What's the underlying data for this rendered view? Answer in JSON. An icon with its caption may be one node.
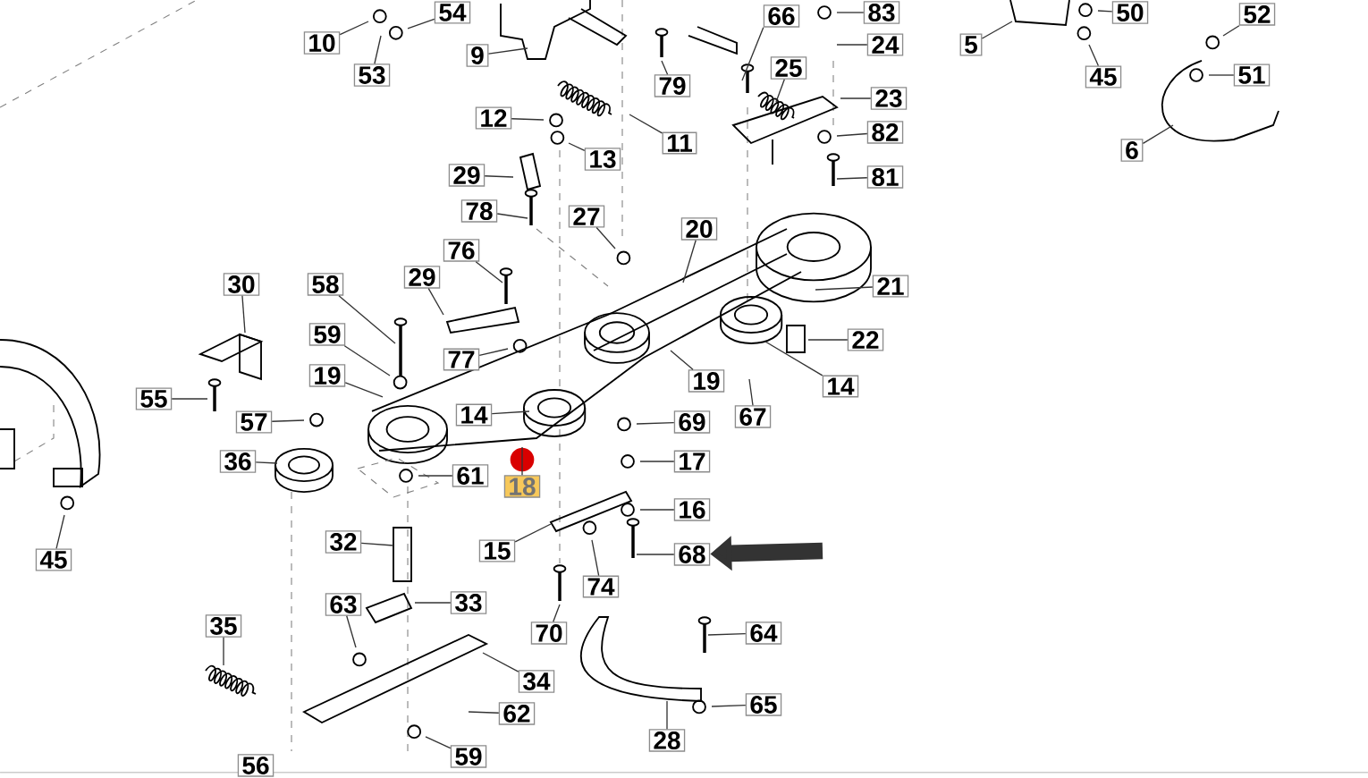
{
  "diagram": {
    "nodes": [
      {
        "text": [
          "10"
        ]
      },
      {
        "text": [
          "54"
        ]
      },
      {
        "text": [
          "53"
        ]
      },
      {
        "text": [
          "9"
        ]
      },
      {
        "text": [
          "79"
        ]
      },
      {
        "text": [
          "66"
        ]
      },
      {
        "text": [
          "25"
        ]
      },
      {
        "text": [
          "83"
        ]
      },
      {
        "text": [
          "24"
        ]
      },
      {
        "text": [
          "23"
        ]
      },
      {
        "text": [
          "82"
        ]
      },
      {
        "text": [
          "81"
        ]
      },
      {
        "text": [
          "5"
        ]
      },
      {
        "text": [
          "50"
        ]
      },
      {
        "text": [
          "45"
        ]
      },
      {
        "text": [
          "52"
        ]
      },
      {
        "text": [
          "51"
        ]
      },
      {
        "text": [
          "6"
        ]
      },
      {
        "text": [
          "12"
        ]
      },
      {
        "text": [
          "11"
        ]
      },
      {
        "text": [
          "13"
        ]
      },
      {
        "text": [
          "29"
        ]
      },
      {
        "text": [
          "78"
        ]
      },
      {
        "text": [
          "27"
        ]
      },
      {
        "text": [
          "20"
        ]
      },
      {
        "text": [
          "21"
        ]
      },
      {
        "text": [
          "76"
        ]
      },
      {
        "text": [
          "29"
        ]
      },
      {
        "text": [
          "58"
        ]
      },
      {
        "text": [
          "30"
        ]
      },
      {
        "text": [
          "59"
        ]
      },
      {
        "text": [
          "77"
        ]
      },
      {
        "text": [
          "22"
        ]
      },
      {
        "text": [
          "19"
        ]
      },
      {
        "text": [
          "19"
        ]
      },
      {
        "text": [
          "14"
        ]
      },
      {
        "text": [
          "67"
        ]
      },
      {
        "text": [
          "55"
        ]
      },
      {
        "text": [
          "57"
        ]
      },
      {
        "text": [
          "36"
        ]
      },
      {
        "text": [
          "14"
        ]
      },
      {
        "text": [
          "61"
        ]
      },
      {
        "text": [
          "18"
        ]
      },
      {
        "text": [
          "69"
        ]
      },
      {
        "text": [
          "17"
        ]
      },
      {
        "text": [
          "45"
        ]
      },
      {
        "text": [
          "32"
        ]
      },
      {
        "text": [
          "15"
        ]
      },
      {
        "text": [
          "16"
        ]
      },
      {
        "text": [
          "68"
        ]
      },
      {
        "text": [
          "74"
        ]
      },
      {
        "text": [
          "33"
        ]
      },
      {
        "text": [
          "63"
        ]
      },
      {
        "text": [
          "70"
        ]
      },
      {
        "text": [
          "35"
        ]
      },
      {
        "text": [
          "34"
        ]
      },
      {
        "text": [
          "64"
        ]
      },
      {
        "text": [
          "62"
        ]
      },
      {
        "text": [
          "65"
        ]
      },
      {
        "text": [
          "28"
        ]
      },
      {
        "text": [
          "56"
        ]
      },
      {
        "text": [
          "59"
        ]
      }
    ],
    "edges": [
      {
        "from": 0,
        "to": null,
        "arrow": "none"
      },
      {
        "from": 1,
        "to": null,
        "arrow": "none"
      },
      {
        "from": 2,
        "to": null,
        "arrow": "none"
      },
      {
        "from": 3,
        "to": null,
        "arrow": "none"
      },
      {
        "from": 4,
        "to": null,
        "arrow": "none"
      },
      {
        "from": 5,
        "to": null,
        "arrow": "none"
      },
      {
        "from": 6,
        "to": null,
        "arrow": "none"
      },
      {
        "from": 7,
        "to": null,
        "arrow": "none"
      },
      {
        "from": 8,
        "to": null,
        "arrow": "none"
      },
      {
        "from": 9,
        "to": null,
        "arrow": "none"
      },
      {
        "from": 10,
        "to": null,
        "arrow": "none"
      },
      {
        "from": 11,
        "to": null,
        "arrow": "none"
      },
      {
        "from": 12,
        "to": null,
        "arrow": "none"
      },
      {
        "from": 13,
        "to": null,
        "arrow": "none"
      },
      {
        "from": 14,
        "to": null,
        "arrow": "none"
      },
      {
        "from": 15,
        "to": null,
        "arrow": "none"
      },
      {
        "from": 16,
        "to": null,
        "arrow": "none"
      },
      {
        "from": 17,
        "to": null,
        "arrow": "none"
      },
      {
        "from": 18,
        "to": null,
        "arrow": "none"
      },
      {
        "from": 19,
        "to": null,
        "arrow": "none"
      },
      {
        "from": 20,
        "to": null,
        "arrow": "none"
      },
      {
        "from": 21,
        "to": null,
        "arrow": "none"
      },
      {
        "from": 22,
        "to": null,
        "arrow": "none"
      },
      {
        "from": 23,
        "to": null,
        "arrow": "none"
      },
      {
        "from": 24,
        "to": null,
        "arrow": "none"
      },
      {
        "from": 25,
        "to": null,
        "arrow": "none"
      },
      {
        "from": 26,
        "to": null,
        "arrow": "none"
      },
      {
        "from": 27,
        "to": null,
        "arrow": "none"
      },
      {
        "from": 28,
        "to": null,
        "arrow": "none"
      },
      {
        "from": 29,
        "to": null,
        "arrow": "none"
      },
      {
        "from": 30,
        "to": null,
        "arrow": "none"
      },
      {
        "from": 31,
        "to": null,
        "arrow": "none"
      },
      {
        "from": 32,
        "to": null,
        "arrow": "none"
      },
      {
        "from": 33,
        "to": null,
        "arrow": "none"
      },
      {
        "from": 34,
        "to": null,
        "arrow": "none"
      },
      {
        "from": 35,
        "to": null,
        "arrow": "none"
      },
      {
        "from": 36,
        "to": null,
        "arrow": "none"
      },
      {
        "from": 37,
        "to": null,
        "arrow": "none"
      },
      {
        "from": 38,
        "to": null,
        "arrow": "none"
      },
      {
        "from": 39,
        "to": null,
        "arrow": "none"
      },
      {
        "from": 40,
        "to": null,
        "arrow": "none"
      },
      {
        "from": 41,
        "to": null,
        "arrow": "none"
      },
      {
        "from": 42,
        "to": null,
        "arrow": "none"
      },
      {
        "from": 43,
        "to": null,
        "arrow": "none"
      },
      {
        "from": 44,
        "to": null,
        "arrow": "none"
      },
      {
        "from": 45,
        "to": null,
        "arrow": "none"
      },
      {
        "from": 46,
        "to": null,
        "arrow": "none"
      },
      {
        "from": 47,
        "to": null,
        "arrow": "none"
      },
      {
        "from": 48,
        "to": null,
        "arrow": "none"
      },
      {
        "from": 49,
        "to": null,
        "arrow": "none"
      },
      {
        "from": 50,
        "to": null,
        "arrow": "none"
      },
      {
        "from": 51,
        "to": null,
        "arrow": "none"
      },
      {
        "from": 52,
        "to": null,
        "arrow": "none"
      },
      {
        "from": 53,
        "to": null,
        "arrow": "none"
      },
      {
        "from": 54,
        "to": null,
        "arrow": "none"
      },
      {
        "from": 55,
        "to": null,
        "arrow": "none"
      },
      {
        "from": 56,
        "to": null,
        "arrow": "none"
      },
      {
        "from": 57,
        "to": null,
        "arrow": "none"
      },
      {
        "from": 58,
        "to": null,
        "arrow": "none"
      },
      {
        "from": 59,
        "to": null,
        "arrow": "none"
      },
      {
        "from": 61,
        "to": null,
        "arrow": "none"
      },
      {
        "from": null,
        "to": 49,
        "arrow": "to",
        "style": "thick"
      }
    ]
  }
}
